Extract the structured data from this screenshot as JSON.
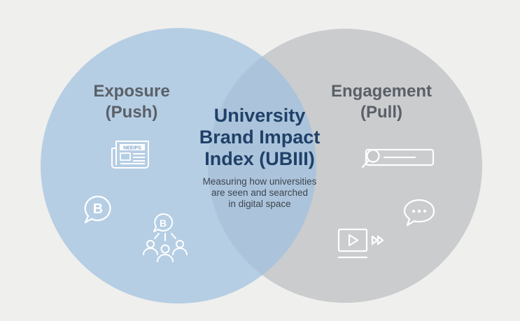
{
  "diagram": {
    "left_circle": {
      "title_line1": "Exposure",
      "title_line2": "(Push)",
      "color": "#a9c7e2",
      "icons": [
        "newspaper-icon",
        "brand-speech-bubble-icon",
        "audience-network-icon"
      ],
      "newspaper_text": "NEEIPS"
    },
    "right_circle": {
      "title_line1": "Engagement",
      "title_line2": "(Pull)",
      "color": "#c9cbcc",
      "icons": [
        "search-bar-icon",
        "chat-bubble-icon",
        "video-play-icon"
      ]
    },
    "center": {
      "title_line1": "University",
      "title_line2": "Brand Impact",
      "title_line3": "Index (UBIII)",
      "subtitle_line1": "Measuring how universities",
      "subtitle_line2": "are seen and searched",
      "subtitle_line3": "in digital space"
    },
    "brand_letter": "B"
  }
}
